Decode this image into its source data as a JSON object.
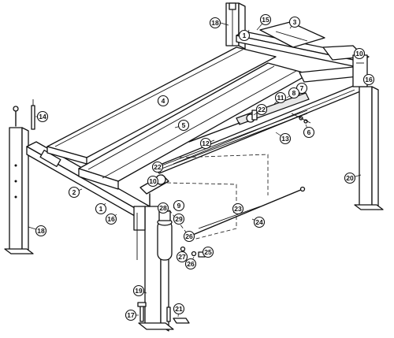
{
  "callouts": [
    {
      "id": "1a",
      "label": "1"
    },
    {
      "id": "1b",
      "label": "1"
    },
    {
      "id": "2",
      "label": "2"
    },
    {
      "id": "3",
      "label": "3"
    },
    {
      "id": "4",
      "label": "4"
    },
    {
      "id": "5",
      "label": "5"
    },
    {
      "id": "6",
      "label": "6"
    },
    {
      "id": "7",
      "label": "7"
    },
    {
      "id": "8",
      "label": "8"
    },
    {
      "id": "9",
      "label": "9"
    },
    {
      "id": "10a",
      "label": "10"
    },
    {
      "id": "10b",
      "label": "10"
    },
    {
      "id": "11",
      "label": "11"
    },
    {
      "id": "12",
      "label": "12"
    },
    {
      "id": "13",
      "label": "13"
    },
    {
      "id": "14",
      "label": "14"
    },
    {
      "id": "15",
      "label": "15"
    },
    {
      "id": "16a",
      "label": "16"
    },
    {
      "id": "16b",
      "label": "16"
    },
    {
      "id": "17",
      "label": "17"
    },
    {
      "id": "18a",
      "label": "18"
    },
    {
      "id": "18b",
      "label": "18"
    },
    {
      "id": "19",
      "label": "19"
    },
    {
      "id": "20",
      "label": "20"
    },
    {
      "id": "21",
      "label": "21"
    },
    {
      "id": "22a",
      "label": "22"
    },
    {
      "id": "22b",
      "label": "22"
    },
    {
      "id": "23",
      "label": "23"
    },
    {
      "id": "24",
      "label": "24"
    },
    {
      "id": "25",
      "label": "25"
    },
    {
      "id": "26a",
      "label": "26"
    },
    {
      "id": "26b",
      "label": "26"
    },
    {
      "id": "27",
      "label": "27"
    },
    {
      "id": "28",
      "label": "28"
    },
    {
      "id": "29",
      "label": "29"
    }
  ]
}
